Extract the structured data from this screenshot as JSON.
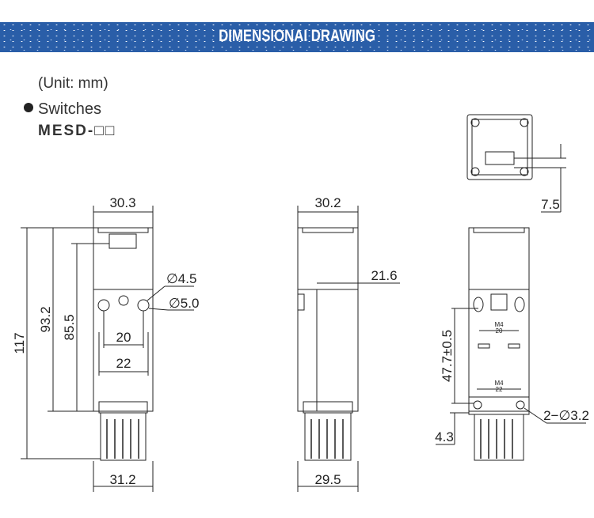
{
  "header": {
    "title": "DIMENSIONAI DRAWING"
  },
  "intro": {
    "unit": "(Unit: mm)",
    "section": "Switches",
    "model": "MESD-□□"
  },
  "front_view": {
    "width_top": "30.3",
    "height_total": "117",
    "height_body": "93.2",
    "height_mount": "85.5",
    "hole_small": "∅4.5",
    "hole_large": "∅5.0",
    "pitch_20": "20",
    "pitch_22": "22",
    "width_bottom": "31.2"
  },
  "side_view": {
    "width_top": "30.2",
    "offset": "21.6",
    "width_bottom": "29.5"
  },
  "rear_view": {
    "height_mount": "47.7±0.5",
    "offset_bottom": "4.3",
    "holes": "2−∅3.2",
    "label_m4_top": "M4",
    "label_20": "20",
    "label_m4_bottom": "M4",
    "label_22": "22"
  },
  "top_view": {
    "offset": "7.5"
  }
}
